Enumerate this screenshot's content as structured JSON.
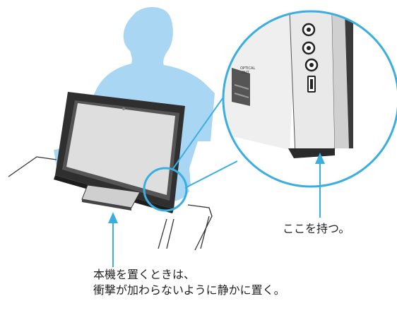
{
  "callouts": {
    "hold_here": "ここを持つ。",
    "caution_line1": "本機を置くときは、",
    "caution_line2": "衝撃が加わらないように静かに置く。"
  },
  "zoom_labels": {
    "optical_out_1": "OPTICAL",
    "optical_out_2": "OUT"
  },
  "colors": {
    "accent_cyan": "#3aaee0",
    "person_silhouette": "#a9d6f2",
    "bezel": "#2f2f2f",
    "screen": "#dcdcdc",
    "body_panel": "#efefef"
  }
}
